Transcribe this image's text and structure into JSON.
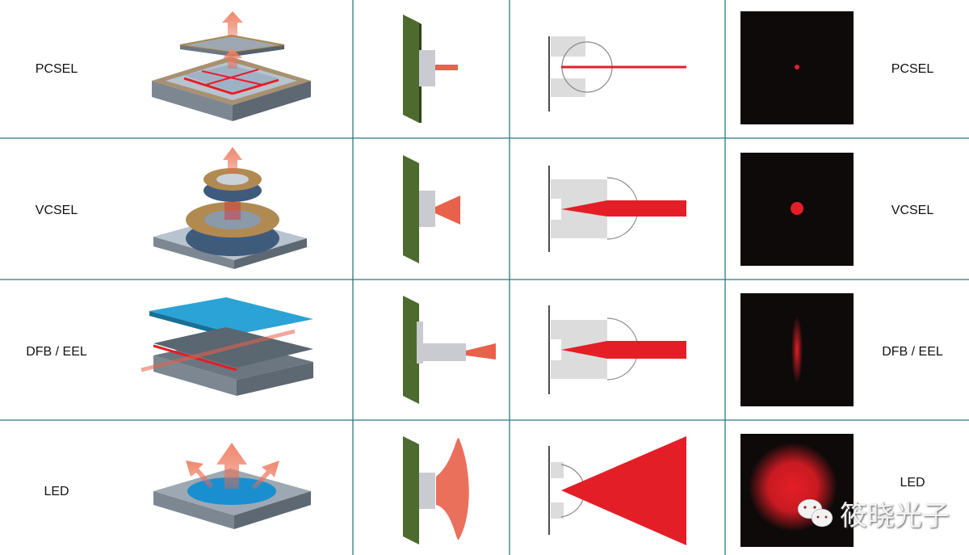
{
  "rows": [
    {
      "label_left": "PCSEL",
      "label_right": "PCSEL"
    },
    {
      "label_left": "VCSEL",
      "label_right": "VCSEL"
    },
    {
      "label_left": "DFB / EEL",
      "label_right": "DFB / EEL"
    },
    {
      "label_left": "LED",
      "label_right": "LED"
    }
  ],
  "watermark": {
    "text": "筱晓光子",
    "icon": "wechat-icon"
  },
  "colors": {
    "grid": "#2b7b7f",
    "beam": "#e41e26",
    "panel": "#0d0a09",
    "gray": "#dcdcdc",
    "pcb": "#4d6b2e"
  }
}
